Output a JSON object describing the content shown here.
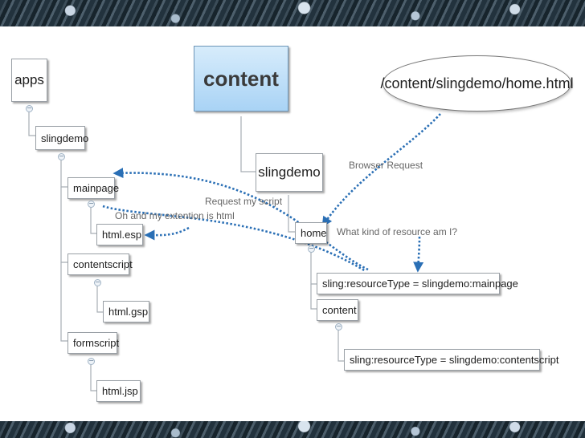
{
  "diagram": {
    "apps": "apps",
    "slingdemo_apps": "slingdemo",
    "mainpage": "mainpage",
    "html_esp": "html.esp",
    "contentscript": "contentscript",
    "html_gsp": "html.gsp",
    "formscript": "formscript",
    "html_jsp": "html.jsp",
    "content_root": "content",
    "slingdemo_content": "slingdemo",
    "home": "home",
    "home_resource_type": "sling:resourceType = slingdemo:mainpage",
    "content_child": "content",
    "content_resource_type": "sling:resourceType = slingdemo:contentscript",
    "url": "/content/slingdemo/home.html"
  },
  "annotations": {
    "browser_request": "Browser Request",
    "request_script": "Request my script",
    "extension_note": "Oh and my extention is html",
    "resource_question": "What kind of resource am I?"
  },
  "colors": {
    "arrow": "#2a6fb5",
    "content_root_fill": "#a9d3f5",
    "connector": "#a7aeb5"
  }
}
